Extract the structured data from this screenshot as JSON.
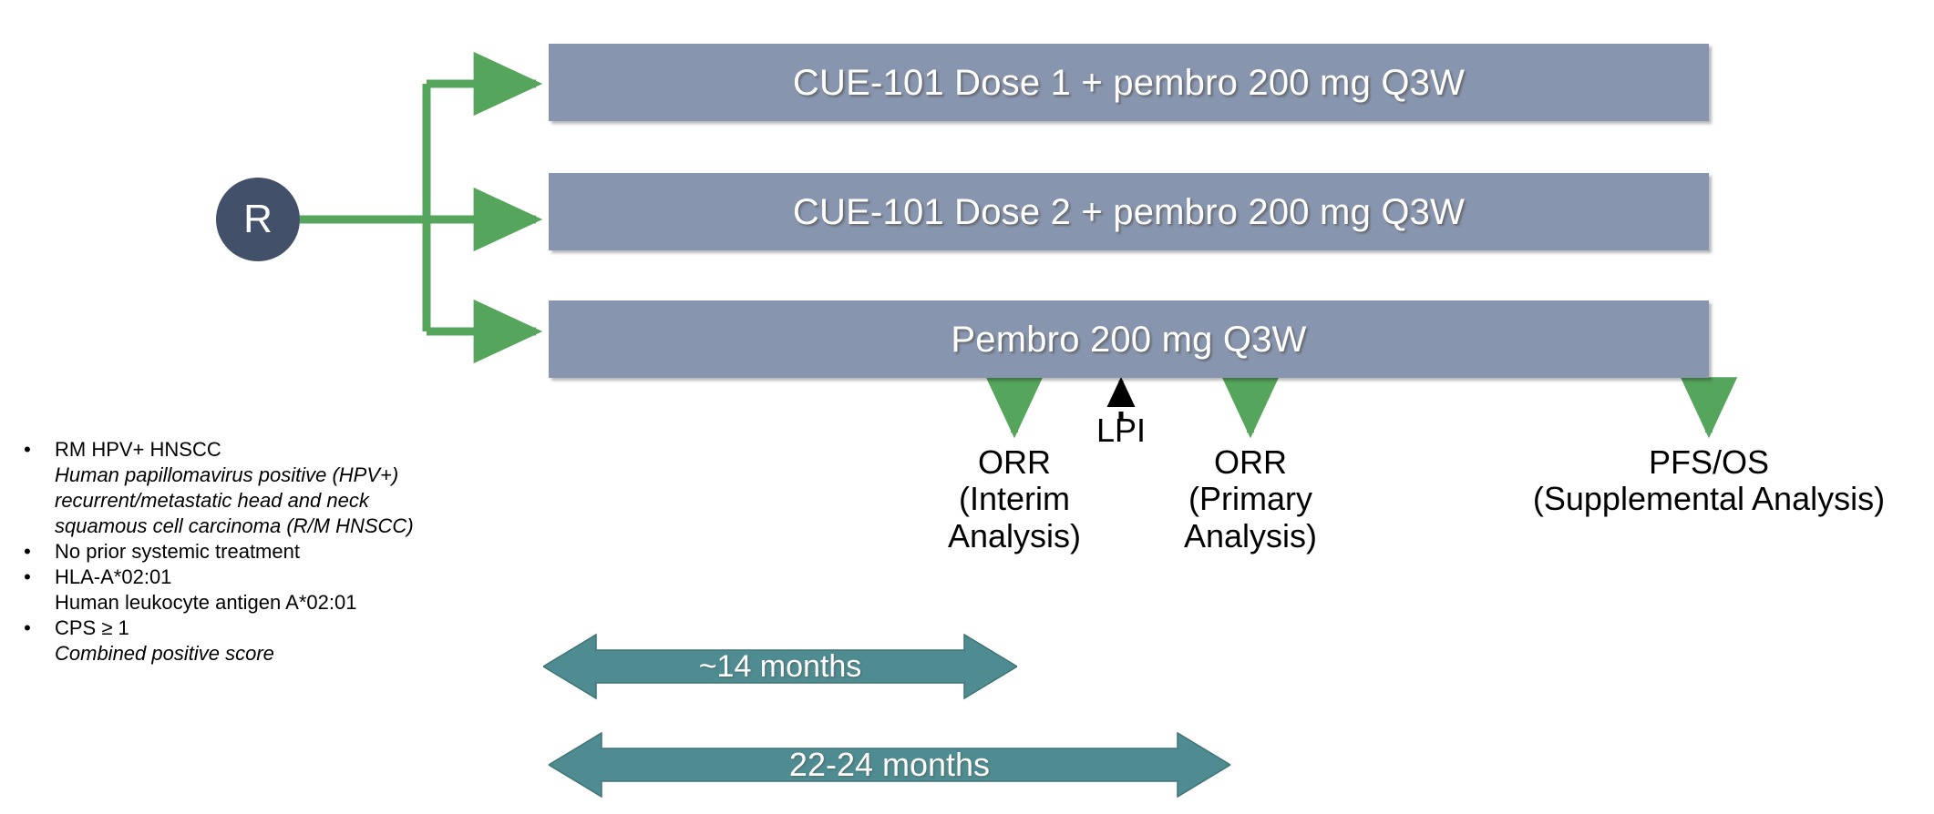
{
  "colors": {
    "arm_bar": "#8795ae",
    "randomization_node": "#42506a",
    "connector_green": "#55a55c",
    "timeline_teal": "#4e8c91",
    "text_dark": "#000000",
    "text_light": "#ffffff"
  },
  "randomization": {
    "label": "R",
    "name": "randomization"
  },
  "arms": [
    {
      "id": "arm-1",
      "label": "CUE-101 Dose 1 + pembro 200 mg Q3W"
    },
    {
      "id": "arm-2",
      "label": "CUE-101 Dose 2 + pembro 200 mg Q3W"
    },
    {
      "id": "arm-3",
      "label": "Pembro 200 mg Q3W"
    }
  ],
  "milestones": {
    "lpi": "LPI",
    "interim": {
      "line1": "ORR",
      "line2": "(Interim",
      "line3": "Analysis)"
    },
    "primary": {
      "line1": "ORR",
      "line2": "(Primary",
      "line3": "Analysis)"
    },
    "pfsos": {
      "line1": "PFS/OS",
      "line2": "(Supplemental Analysis)"
    }
  },
  "criteria": [
    {
      "bullet": "•",
      "main": "RM HPV+ HNSCC",
      "subs": [
        {
          "text": "Human papillomavirus positive (HPV+)",
          "italic": true
        },
        {
          "text": "recurrent/metastatic head and neck",
          "italic": true
        },
        {
          "text": "squamous cell carcinoma (R/M HNSCC)",
          "italic": true
        }
      ]
    },
    {
      "bullet": "•",
      "main": "No prior systemic treatment",
      "subs": []
    },
    {
      "bullet": "•",
      "main": "HLA-A*02:01",
      "subs": [
        {
          "text": "Human leukocyte antigen A*02:01",
          "italic": false
        }
      ]
    },
    {
      "bullet": "•",
      "main": "CPS ≥ 1",
      "subs": [
        {
          "text": "Combined positive score",
          "italic": true
        }
      ]
    }
  ],
  "timelines": [
    {
      "id": "timeline-1",
      "label": "~14 months"
    },
    {
      "id": "timeline-2",
      "label": "22-24 months"
    }
  ]
}
